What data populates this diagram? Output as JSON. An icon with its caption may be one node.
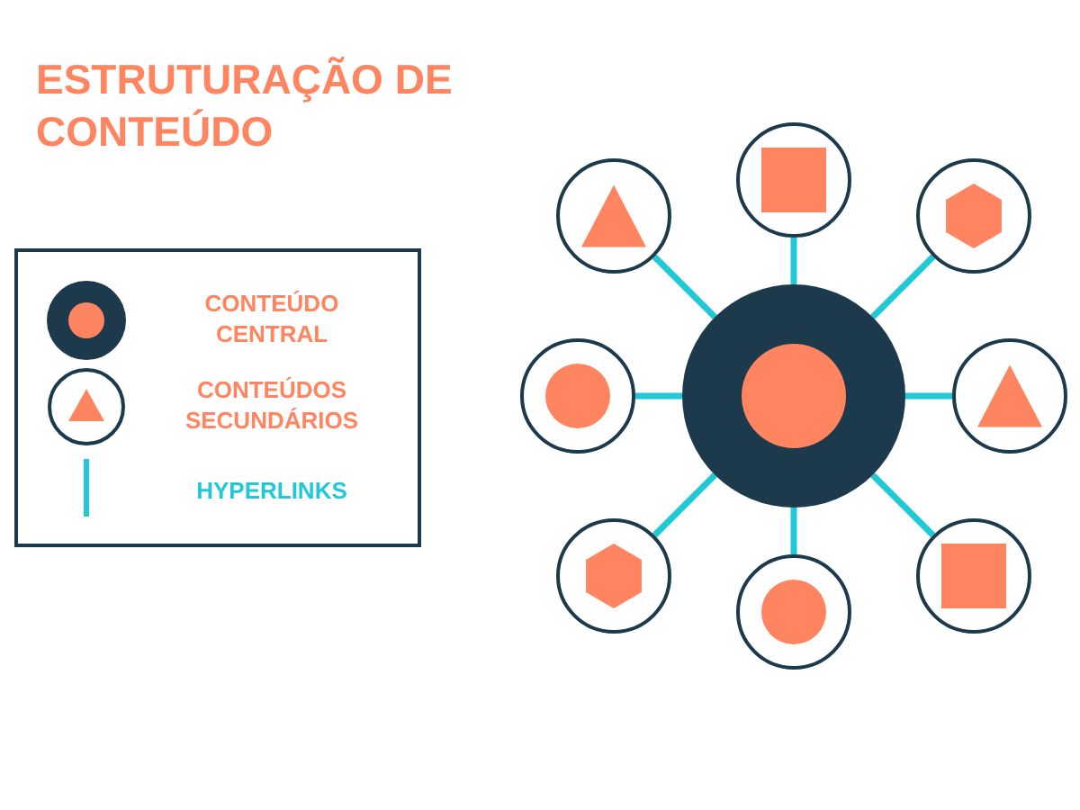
{
  "diagram": {
    "title": "ESTRUTURAÇÃO DE CONTEÚDO",
    "nodes": [
      {
        "text": [],
        "shape": "circle"
      },
      {
        "text": [],
        "shape": "circle"
      },
      {
        "text": [],
        "shape": "circle"
      },
      {
        "text": [],
        "shape": "circle"
      },
      {
        "text": [],
        "shape": "circle"
      },
      {
        "text": [],
        "shape": "circle"
      },
      {
        "text": [],
        "shape": "circle"
      },
      {
        "text": [],
        "shape": "circle"
      },
      {
        "text": [],
        "shape": "circle"
      }
    ],
    "edges": [
      {
        "from": 4,
        "to": 0,
        "arrow": "none"
      },
      {
        "from": 4,
        "to": 2,
        "arrow": "none"
      },
      {
        "from": 4,
        "to": 5,
        "arrow": "none"
      },
      {
        "from": 4,
        "to": 7,
        "arrow": "none"
      },
      {
        "from": 4,
        "to": 8,
        "arrow": "none"
      },
      {
        "from": 4,
        "to": 6,
        "arrow": "none"
      },
      {
        "from": 4,
        "to": 3,
        "arrow": "none"
      },
      {
        "from": 4,
        "to": 1,
        "arrow": "none"
      }
    ],
    "legend": [
      {
        "text": "CONTEÚDO CENTRAL"
      },
      {
        "text": "CONTEÚDOS SECUNDÁRIOS"
      },
      {
        "text": "HYPERLINKS"
      }
    ]
  }
}
